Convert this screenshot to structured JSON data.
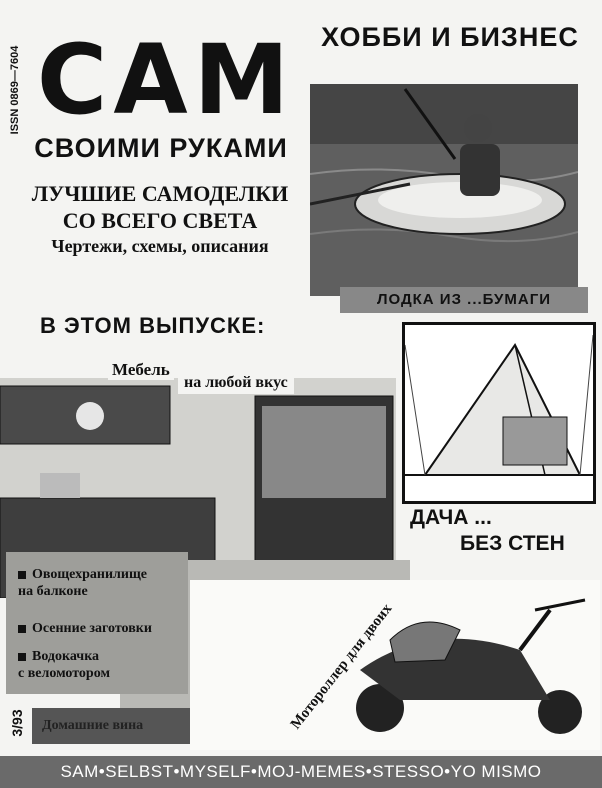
{
  "issn": "ISSN 0869—7604",
  "masthead": {
    "title": "САМ",
    "subtitle": "СВОИМИ РУКАМИ",
    "tagline_main": "ЛУЧШИЕ САМОДЕЛКИ СО ВСЕГО СВЕТА",
    "tagline_sub": "Чертежи, схемы, описания"
  },
  "hobby_label": "ХОББИ И БИЗНЕС",
  "boat_caption": "ЛОДКА ИЗ ...БУМАГИ",
  "issue_heading": "В ЭТОМ ВЫПУСКЕ:",
  "furniture": {
    "title_a": "Мебель",
    "title_b": "на любой вкус"
  },
  "dacha_caption": {
    "line1": "ДАЧА ...",
    "line2": "БЕЗ СТЕН"
  },
  "contents": [
    {
      "line1": "Овощехранилище",
      "line2": "на балконе"
    },
    {
      "line1": "Осенние заготовки",
      "line2": ""
    },
    {
      "line1": "Водокачка",
      "line2": "с веломотором"
    }
  ],
  "home_wine": "Домашние вина",
  "issue_number": "3/93",
  "scooter_caption": "Мотороллер для двоих",
  "footer_languages": "SAM•SELBST•MYSELF•MOJ-MEMES•STESSO•YO MISMO"
}
